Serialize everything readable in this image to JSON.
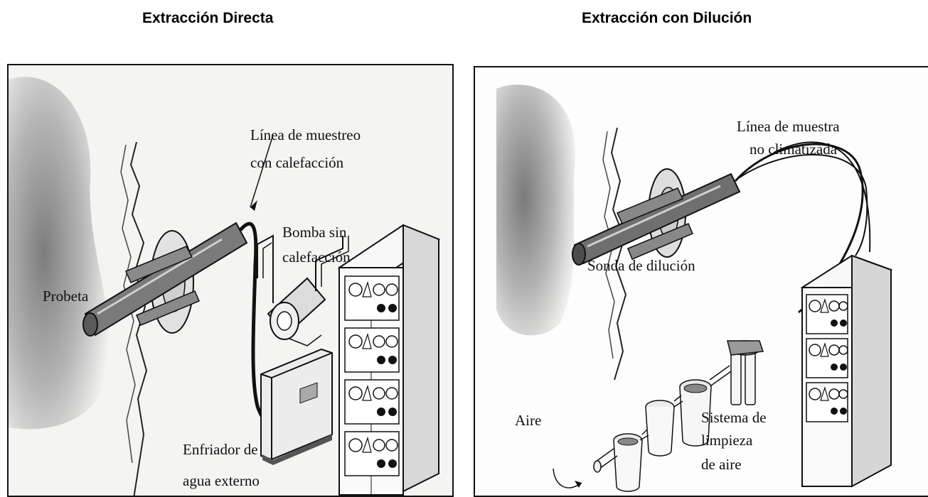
{
  "left_panel": {
    "title": "Extracción Directa",
    "labels": {
      "sampling_line_1": "Línea de muestreo",
      "sampling_line_2": "con calefacción",
      "pump_1": "Bomba sin",
      "pump_2": "calefacción",
      "probe": "Probeta",
      "chiller_1": "Enfriador de",
      "chiller_2": "agua externo"
    }
  },
  "right_panel": {
    "title": "Extracción con Dilución",
    "labels": {
      "sample_line_1": "Línea de muestra",
      "sample_line_2": "no climatizada",
      "dilution_probe": "Sonda de dilución",
      "air": "Aire",
      "cleaning_1": "Sistema de",
      "cleaning_2": "limpieza",
      "cleaning_3": "de aire"
    }
  },
  "colors": {
    "panel_bg": "#f4f4f2",
    "stroke": "#111111",
    "wall_shade": "#8a8a8a"
  }
}
